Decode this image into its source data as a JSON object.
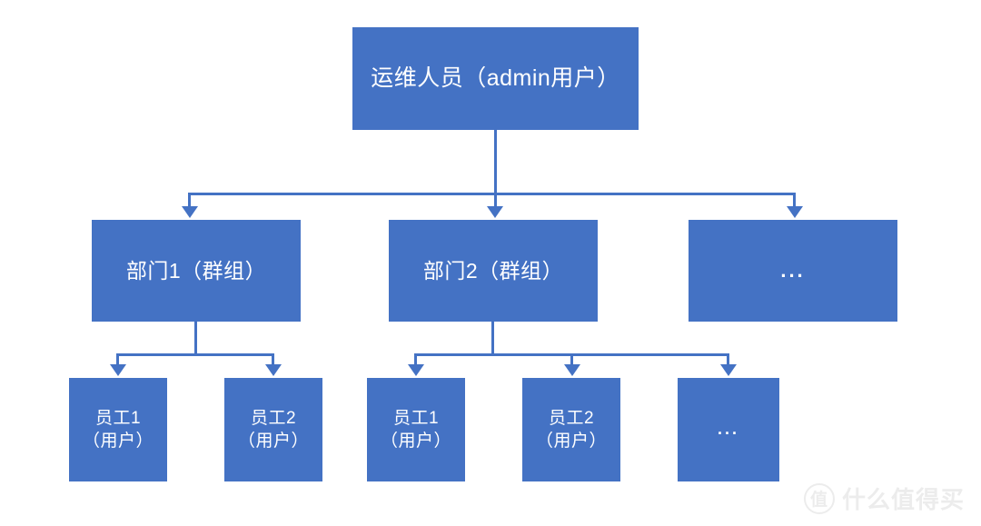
{
  "diagram": {
    "type": "organization-hierarchy",
    "background_color": "#ffffff",
    "node_color": "#4472C4",
    "node_text_color": "#ffffff",
    "connector_color": "#4472C4",
    "levels": [
      {
        "level": 1,
        "nodes": [
          {
            "id": "admin",
            "label": "运维人员（admin用户）"
          }
        ]
      },
      {
        "level": 2,
        "nodes": [
          {
            "id": "dept1",
            "label": "部门1（群组）"
          },
          {
            "id": "dept2",
            "label": "部门2（群组）"
          },
          {
            "id": "dept-more",
            "label": "..."
          }
        ]
      },
      {
        "level": 3,
        "nodes": [
          {
            "id": "d1-emp1",
            "label": "员工1\n（用户）",
            "parent": "dept1"
          },
          {
            "id": "d1-emp2",
            "label": "员工2\n（用户）",
            "parent": "dept1"
          },
          {
            "id": "d2-emp1",
            "label": "员工1\n（用户）",
            "parent": "dept2"
          },
          {
            "id": "d2-emp2",
            "label": "员工2\n（用户）",
            "parent": "dept2"
          },
          {
            "id": "d2-more",
            "label": "...",
            "parent": "dept2"
          }
        ]
      }
    ]
  },
  "watermark": {
    "badge": "值",
    "text": "什么值得买"
  }
}
